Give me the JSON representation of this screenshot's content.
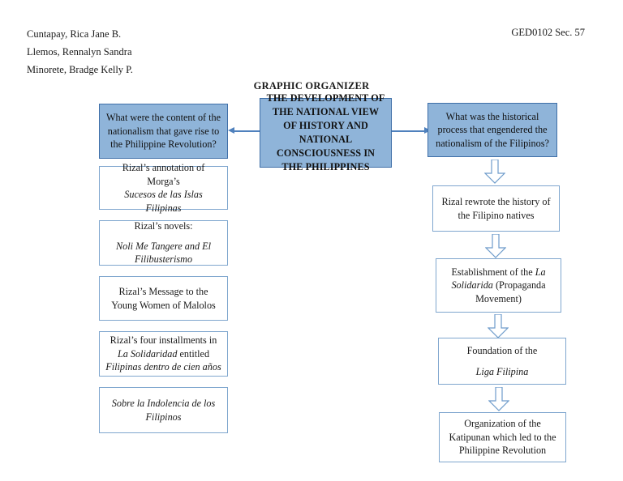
{
  "header": {
    "authors": [
      "Cuntapay, Rica Jane B.",
      "Llemos, Rennalyn Sandra",
      "Minorete, Bradge Kelly P."
    ],
    "course": "GED0102 Sec. 57"
  },
  "document": {
    "title": "GRAPHIC ORGANIZER"
  },
  "colors": {
    "box_fill_blue": "#8FB4D9",
    "box_border_blue": "#3F6FA8",
    "box_border_light": "#7FA6CE",
    "connector": "#4F81BD",
    "page_background": "#ffffff",
    "text": "#1a1a1a"
  },
  "diagram": {
    "center_node": {
      "text": "THE DEVELOPMENT OF THE NATIONAL VIEW OF HISTORY AND NATIONAL CONSCIOUSNESS IN THE PHILIPPINES",
      "style": "blue"
    },
    "left_branch": {
      "question": "What were the content of the nationalism that gave rise to the Philippine Revolution?",
      "items": [
        {
          "id": "left-item-1",
          "lines": [
            {
              "text": "Rizal’s annotation of Morga’s",
              "italic": false
            },
            {
              "text": "Sucesos de las Islas Filipinas",
              "italic": true
            }
          ]
        },
        {
          "id": "left-item-2",
          "lines": [
            {
              "text": "Rizal’s novels:",
              "italic": false
            },
            {
              "text": "",
              "italic": false
            },
            {
              "text": "Noli Me Tangere and El Filibusterismo",
              "italic": true
            }
          ]
        },
        {
          "id": "left-item-3",
          "lines": [
            {
              "text": "Rizal’s Message to the Young Women of Malolos",
              "italic": false
            }
          ]
        },
        {
          "id": "left-item-4",
          "rich": "Rizal’s four installments in <i>La Solidaridad</i> entitled <i>Filipinas dentro de cien años</i>"
        },
        {
          "id": "left-item-5",
          "lines": [
            {
              "text": "Sobre la Indolencia de los Filipinos",
              "italic": true
            }
          ]
        }
      ]
    },
    "right_branch": {
      "question": "What was the historical process that engendered the nationalism of the Filipinos?",
      "steps": [
        {
          "id": "right-step-1",
          "lines": [
            {
              "text": "Rizal rewrote the history of the Filipino natives",
              "italic": false
            }
          ]
        },
        {
          "id": "right-step-2",
          "rich": "Establishment of the <i>La Solidarida</i> (Propaganda Movement)"
        },
        {
          "id": "right-step-3",
          "lines": [
            {
              "text": "Foundation of the",
              "italic": false
            },
            {
              "text": "",
              "italic": false
            },
            {
              "text": "Liga Filipina",
              "italic": true
            }
          ]
        },
        {
          "id": "right-step-4",
          "lines": [
            {
              "text": "Organization of the Katipunan which led to the Philippine Revolution",
              "italic": false
            }
          ]
        }
      ]
    },
    "connectors": [
      {
        "id": "connector-center-to-left",
        "type": "line-arrow",
        "direction": "left"
      },
      {
        "id": "connector-center-to-right",
        "type": "line-arrow",
        "direction": "right"
      },
      {
        "id": "connector-right-1",
        "type": "block-arrow",
        "direction": "down"
      },
      {
        "id": "connector-right-2",
        "type": "block-arrow",
        "direction": "down"
      },
      {
        "id": "connector-right-3",
        "type": "block-arrow",
        "direction": "down"
      },
      {
        "id": "connector-right-4",
        "type": "block-arrow",
        "direction": "down"
      }
    ]
  }
}
